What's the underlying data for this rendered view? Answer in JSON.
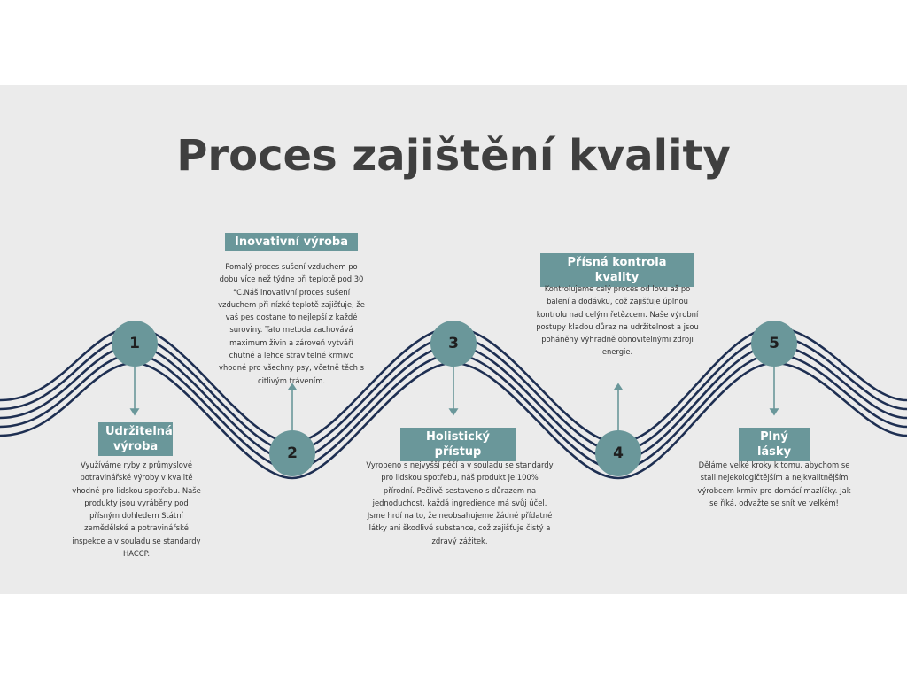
{
  "title": "Proces zajištění kvality",
  "steps": [
    {
      "number": "1",
      "heading": "Udržitelná výroba",
      "text": "Využíváme ryby z průmyslové potravinářské výroby v kvalitě vhodné pro lidskou spotřebu. Naše produkty jsou vyráběny pod přísným dohledem Státní zemědělské a potravinářské inspekce a v souladu se standardy HACCP."
    },
    {
      "number": "2",
      "heading": "Inovativní výroba",
      "text": "Pomalý proces sušení vzduchem po dobu více než týdne při teplotě pod 30 °C.Náš inovativní proces sušení vzduchem při nízké teplotě zajišťuje, že vaš pes dostane to nejlepší z každé suroviny. Tato metoda zachovává maximum živin a zároveň vytváří chutné a lehce stravitelné krmivo vhodné pro všechny psy, včetně těch s citlivým trávením."
    },
    {
      "number": "3",
      "heading": "Holistický přístup",
      "text": "Vyrobeno s nejvyšší péčí a v souladu se standardy pro lidskou spotřebu, náš produkt je 100% přírodní. Pečlivě sestaveno s důrazem na jednoduchost, každá ingredience má svůj účel. Jsme hrdí na to, že neobsahujeme žádné přídatné látky ani škodlivé substance, což zajišťuje čistý a zdravý zážitek."
    },
    {
      "number": "4",
      "heading": "Přísná kontrola kvality",
      "text": "Kontrolujeme celý proces od lovu až po balení a dodávku, což zajišťuje úplnou kontrolu nad celým řetězcem. Naše výrobní postupy kladou důraz na udržitelnost a jsou poháněny výhradně obnovitelnými zdroji energie."
    },
    {
      "number": "5",
      "heading": "Plný lásky",
      "text": "Děláme velké kroky k tomu, abychom se stali nejekologičtějším a nejkvalitnějším výrobcem krmiv pro domácí mazlíčky. Jak se říká, odvažte se snít ve velkém!"
    }
  ],
  "colors": {
    "accent": "#6a979a",
    "wave": "#1e2f52",
    "background": "#ebebeb",
    "title": "#3f3f3f"
  }
}
